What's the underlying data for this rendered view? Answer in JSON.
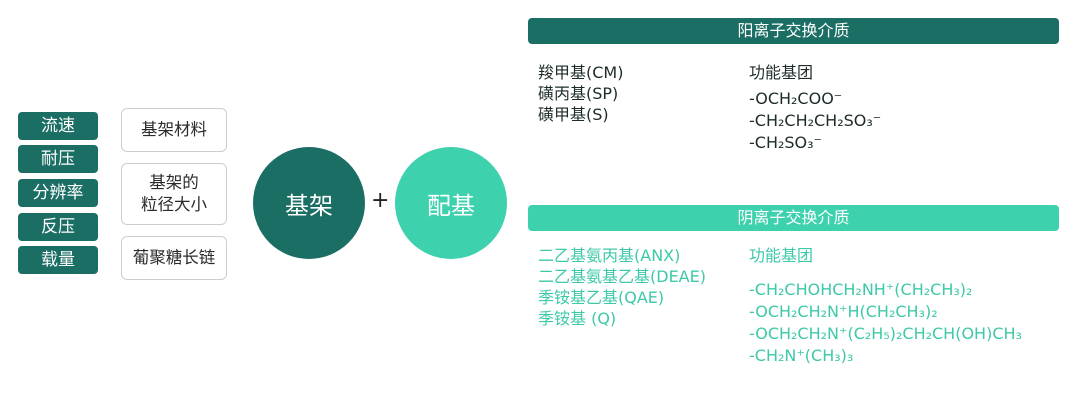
{
  "factors": [
    "流速",
    "耐压",
    "分辨率",
    "反压",
    "载量"
  ],
  "matrix_boxes": [
    "基架材料",
    "基架的\n粒径大小",
    "葡聚糖长链"
  ],
  "circles": {
    "matrix": "基架",
    "ligand": "配基"
  },
  "plus": "+",
  "cation": {
    "header": "阳离子交换介质",
    "types": [
      "羧甲基(CM)",
      "磺丙基(SP)",
      "磺甲基(S)"
    ],
    "group_title": "功能基团",
    "groups": [
      "-OCH₂COO⁻",
      "-CH₂CH₂CH₂SO₃⁻",
      "-CH₂SO₃⁻"
    ]
  },
  "anion": {
    "header": "阴离子交换介质",
    "types": [
      "二乙基氨丙基(ANX)",
      "二乙基氨基乙基(DEAE)",
      "季铵基乙基(QAE)",
      "季铵基 (Q)"
    ],
    "group_title": "功能基团",
    "groups": [
      "-CH₂CHOHCH₂NH⁺(CH₂CH₃)₂",
      "-OCH₂CH₂N⁺H(CH₂CH₃)₂",
      "-OCH₂CH₂N⁺(C₂H₅)₂CH₂CH(OH)CH₃",
      "-CH₂N⁺(CH₃)₃"
    ]
  },
  "colors": {
    "dark_teal": "#1b6e64",
    "light_teal": "#3dd1ad",
    "anion_text": "#3ec9a8"
  }
}
